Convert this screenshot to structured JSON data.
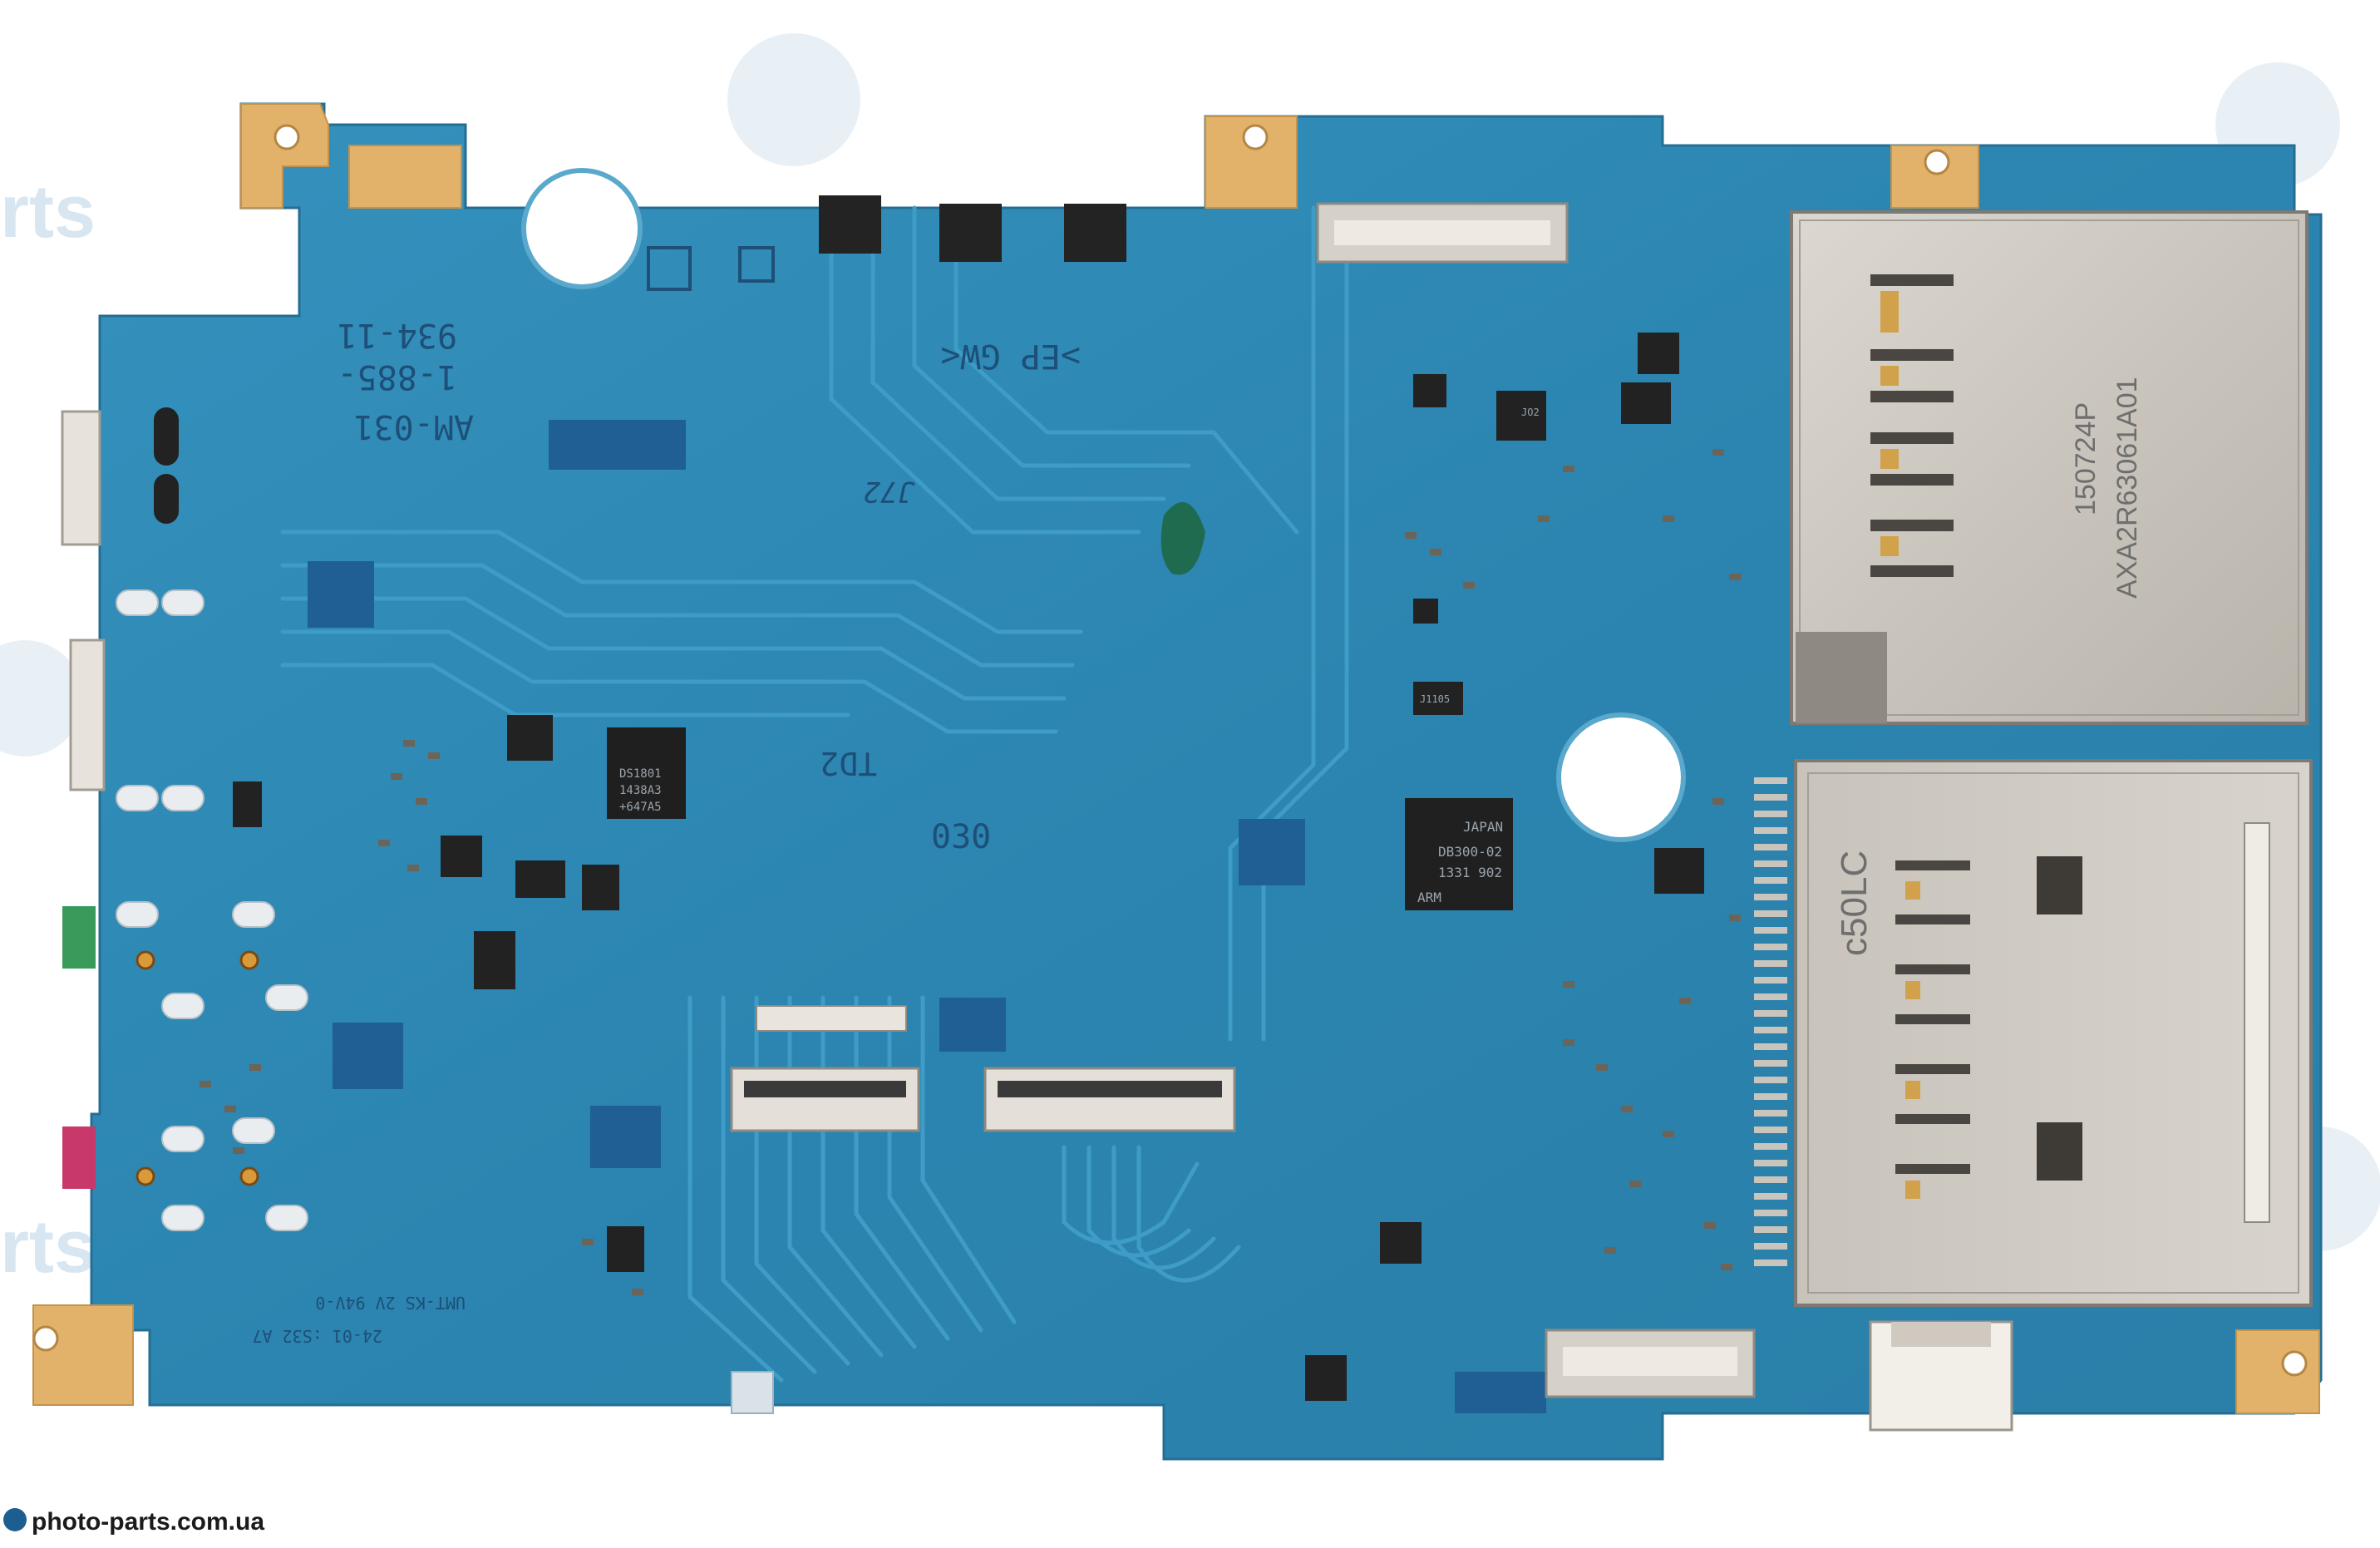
{
  "board": {
    "model": "AM-031",
    "part_number": "1-885-",
    "part_suffix": "934-11",
    "ep_gw": ">EP GW<",
    "td2": "TD2",
    "num_030": "030",
    "handwritten": "J72",
    "ump_line": "UMT-KS 2V 94V-0",
    "date_line": "24-01 :S32 A7"
  },
  "chips": {
    "soc_line1": "JAPAN",
    "soc_line2": "DB300-02",
    "soc_line3": "1331 902",
    "soc_line4": "ARM",
    "ic_left_1": "DS1801",
    "ic_left_2": "1438A3",
    "ic_left_3": "+647A5",
    "small_1": "JO2",
    "small_2": "J1105"
  },
  "card_slots": {
    "upper_code1": "150724P",
    "upper_code2": "AXA2R63061A01",
    "lower_code": "c50LC"
  },
  "watermark": {
    "site": "photo-parts.com.ua",
    "brand_fragment": "rts"
  },
  "colors": {
    "pcb": "#2d87b2",
    "pcb_dark": "#1e6d96",
    "trace": "#3a95bf",
    "gold": "#e2b26a",
    "metal": "#cfcac2"
  }
}
